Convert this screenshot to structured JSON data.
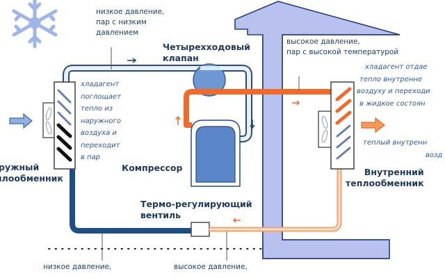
{
  "title": "Схема работы теплового насоса",
  "labels": {
    "top_low_pressure": [
      "низкое давление,",
      "пар с низким",
      "давлением"
    ],
    "four_way_valve": [
      "Четырехходовый",
      "клапан"
    ],
    "top_high_pressure": [
      "высокое давление,",
      "пар с высокой температурой"
    ],
    "outdoor_note": [
      "хладагент",
      "поглощает",
      "тепло из",
      "наружного",
      "воздуха и",
      "переходит",
      "в пар"
    ],
    "indoor_note": [
      "хладагент отдае",
      "тепло внутренне",
      "воздуху и переходи",
      "в жидкое состоян"
    ],
    "warm_air_note": [
      "теплый внутренн",
      "возд"
    ],
    "outdoor_exchanger": [
      "ружный",
      "плообменник"
    ],
    "compressor": "Компрессор",
    "expansion_valve": [
      "Термо-регулирующий",
      "вентиль"
    ],
    "indoor_exchanger": [
      "Внутренний",
      "теплообменник"
    ],
    "bottom_low_pressure": "низкое давление,",
    "bottom_high_pressure": "высокое давление,"
  },
  "icons": [
    "snowflake-icon",
    "house-outline",
    "fan-icon",
    "arrow-right-icon",
    "arrow-up-icon",
    "arrow-down-icon",
    "arrow-left-icon"
  ],
  "colors": {
    "cold_pipe": "#1f4e85",
    "hot_pipe": "#f26a2a",
    "light_pipe": "#e8f0fa",
    "house_fill": "#b9c2ee",
    "compressor_fill": "#5b86c9",
    "valve_fill": "#6e98d2",
    "text_dark": "#1f3f66",
    "text_italic_blue": "#2d56a8",
    "text_italic_orange": "#e06a2a"
  }
}
